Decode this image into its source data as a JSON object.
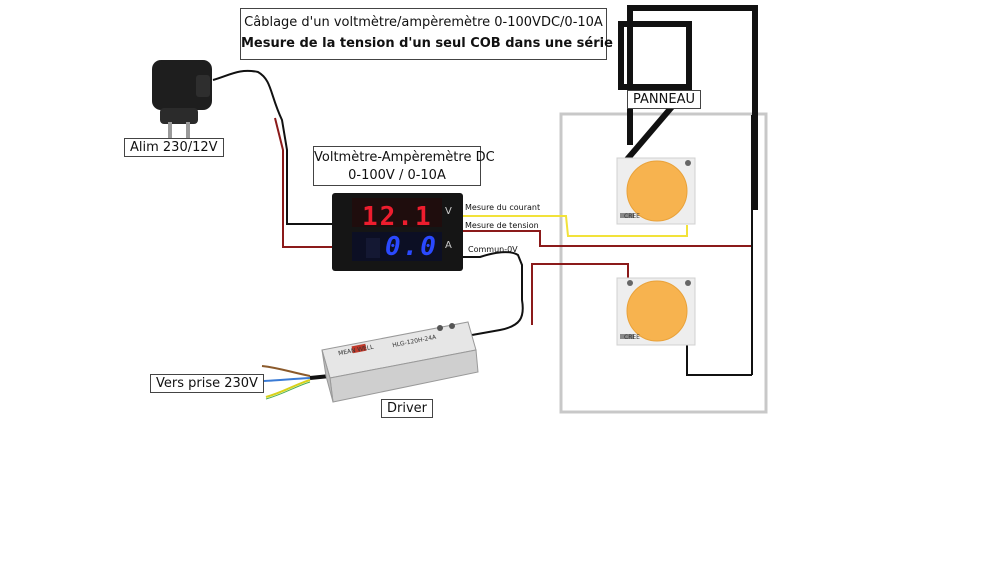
{
  "title": {
    "line1": "Câblage d'un voltmètre/ampèremètre 0-100VDC/0-10A",
    "line2": "Mesure de la tension d'un seul COB dans une série"
  },
  "labels": {
    "alim": "Alim 230/12V",
    "meter_line1": "Voltmètre-Ampèremètre DC",
    "meter_line2": "0-100V / 0-10A",
    "panel": "PANNEAU",
    "mains": "Vers prise 230V",
    "driver": "Driver"
  },
  "wire_labels": {
    "current": "Mesure du courant",
    "voltage": "Mesure de tension",
    "common": "Commun-0V"
  },
  "meter": {
    "voltage_reading": "12.1",
    "current_reading": "0.0",
    "voltage_unit": "V",
    "current_unit": "A"
  },
  "driver_text": {
    "brand": "MEAN WELL",
    "model": "HLG-120H-24A"
  },
  "cob_text": "CREE",
  "colors": {
    "wire_black": "#111111",
    "wire_red": "#8b1a1a",
    "wire_yellow": "#f2e23a",
    "meter_red": "#ee1d2e",
    "meter_blue": "#2a49ff",
    "led": "#f7b34f",
    "panel_border": "#c8c8c8"
  }
}
